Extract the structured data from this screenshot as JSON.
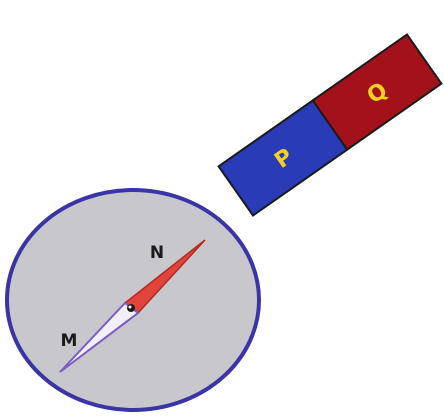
{
  "magnet": {
    "pole_p": {
      "label": "P",
      "color": "#2a3bb8"
    },
    "pole_q": {
      "label": "Q",
      "color": "#a3121a"
    },
    "label_color": "#f2d21e",
    "outline_color": "#1a1a1a"
  },
  "compass": {
    "face_color": "#c8c8cc",
    "rim_color": "#3b34a6",
    "needle_north_color": "#e0443a",
    "needle_south_color": "#f2f0ff",
    "needle_south_outline": "#7a5cc8",
    "label_n": "N",
    "label_m": "M"
  }
}
